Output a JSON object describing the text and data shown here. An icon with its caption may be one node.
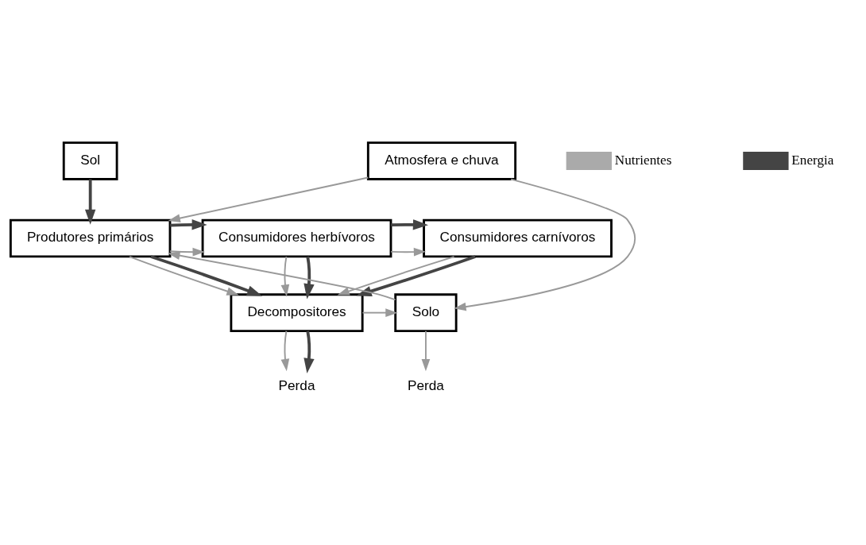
{
  "diagram": {
    "nodes": [
      {
        "text": [
          "Atmosfera e chuva"
        ]
      },
      {
        "text": [
          "Sol"
        ]
      },
      {
        "text": [
          "Produtores primários"
        ]
      },
      {
        "text": [
          "Consumidores herbívoros"
        ]
      },
      {
        "text": [
          "Consumidores carnívoros"
        ]
      },
      {
        "text": [
          "Solo"
        ]
      },
      {
        "text": [
          "Decompositores"
        ]
      },
      {
        "text": [
          "Perda"
        ]
      },
      {
        "text": [
          "Perda"
        ]
      }
    ],
    "edges": [
      {
        "from": 0,
        "to": 5,
        "arrow": "to"
      },
      {
        "from": 0,
        "to": 2,
        "arrow": "to"
      },
      {
        "from": 1,
        "to": 2,
        "arrow": "to",
        "style": "thick"
      },
      {
        "from": 2,
        "to": 3,
        "arrow": "to"
      },
      {
        "from": 2,
        "to": 3,
        "arrow": "to",
        "style": "thick"
      },
      {
        "from": 3,
        "to": 4,
        "arrow": "to"
      },
      {
        "from": 3,
        "to": 4,
        "arrow": "to",
        "style": "thick"
      },
      {
        "from": 2,
        "to": 6,
        "arrow": "to"
      },
      {
        "from": 2,
        "to": 6,
        "arrow": "to",
        "style": "thick"
      },
      {
        "from": 3,
        "to": 6,
        "arrow": "to"
      },
      {
        "from": 3,
        "to": 6,
        "arrow": "to",
        "style": "thick"
      },
      {
        "from": 4,
        "to": 6,
        "arrow": "to"
      },
      {
        "from": 4,
        "to": 6,
        "arrow": "to",
        "style": "thick"
      },
      {
        "from": 5,
        "to": 2,
        "arrow": "to"
      },
      {
        "from": 6,
        "to": 5,
        "arrow": "to"
      },
      {
        "from": 5,
        "to": 7,
        "arrow": "to"
      },
      {
        "from": 6,
        "to": 8,
        "arrow": "to"
      },
      {
        "from": 6,
        "to": 8,
        "arrow": "to",
        "style": "thick"
      }
    ],
    "legend": [
      {
        "text": "Nutrientes"
      },
      {
        "text": "Energia"
      }
    ]
  }
}
